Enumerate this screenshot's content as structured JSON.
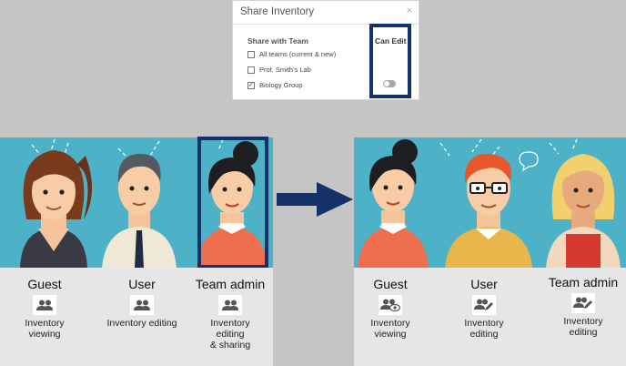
{
  "dialog": {
    "title": "Share Inventory",
    "close_glyph": "×",
    "share_with_team_label": "Share with Team",
    "can_edit_label": "Can Edit",
    "options": [
      {
        "label": "All teams (current & new)",
        "checked": false
      },
      {
        "label": "Prof. Smith's Lab",
        "checked": false
      },
      {
        "label": "Biology Group",
        "checked": true
      }
    ],
    "biology_group_can_edit": false,
    "check_glyph": "✓"
  },
  "before": {
    "roles": [
      {
        "name": "Guest",
        "icon": "users-icon",
        "desc": [
          "Inventory",
          "viewing"
        ]
      },
      {
        "name": "User",
        "icon": "users-icon",
        "desc": [
          "Inventory editing"
        ]
      },
      {
        "name": "Team admin",
        "icon": "users-icon",
        "desc": [
          "Inventory",
          "editing",
          "& sharing"
        ]
      }
    ]
  },
  "after": {
    "roles": [
      {
        "name": "Guest",
        "icon": "users-view-icon",
        "desc": [
          "Inventory",
          "viewing"
        ]
      },
      {
        "name": "User",
        "icon": "users-edit-icon",
        "desc": [
          "Inventory",
          "editing"
        ]
      },
      {
        "name": "Team admin",
        "icon": "users-edit-icon",
        "desc": [
          "Inventory",
          "editing"
        ]
      }
    ]
  },
  "colors": {
    "highlight": "#16306a",
    "scene_bg": "#4db2c7",
    "panel_bg": "#e6e6e6",
    "page_bg": "#c5c5c5"
  }
}
